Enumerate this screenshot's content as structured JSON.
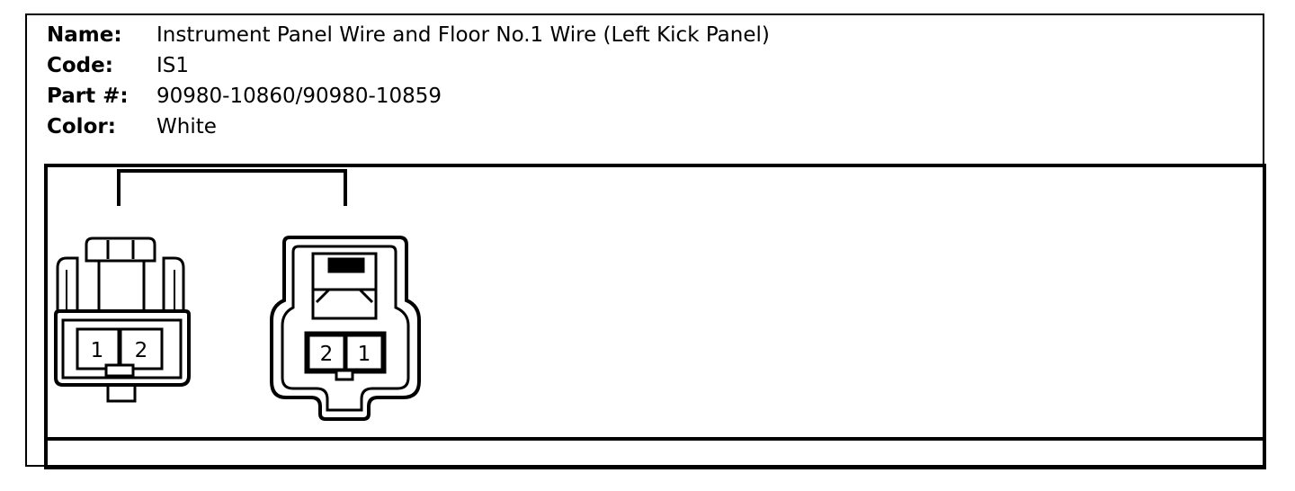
{
  "connector_info": {
    "name_label": "Name:",
    "name_value": "Instrument Panel Wire and Floor No.1 Wire (Left Kick Panel)",
    "code_label": "Code:",
    "code_value": "IS1",
    "part_label": "Part #:",
    "part_value": "90980-10860/90980-10859",
    "color_label": "Color:",
    "color_value": "White"
  },
  "connector_left": {
    "pins": [
      "1",
      "2"
    ]
  },
  "connector_right": {
    "pins": [
      "2",
      "1"
    ]
  }
}
